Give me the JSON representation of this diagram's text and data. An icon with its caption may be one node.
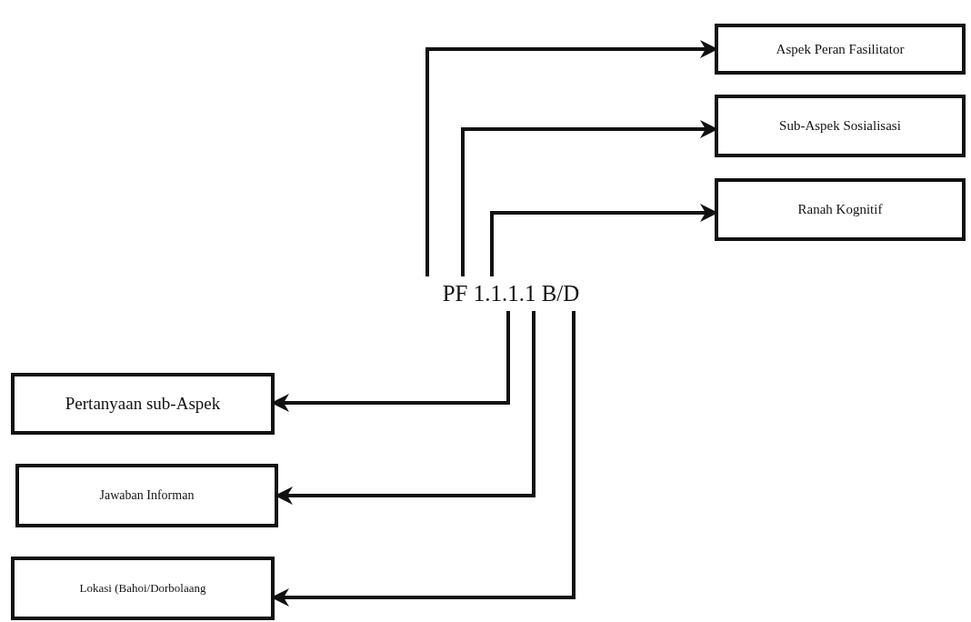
{
  "diagram": {
    "nodes": [
      {
        "text": [
          "PF 1.1.1.1 B/D"
        ]
      },
      {
        "text": [
          "Aspek Peran Fasilitator"
        ]
      },
      {
        "text": [
          "Sub-Aspek Sosialisasi"
        ]
      },
      {
        "text": [
          "Ranah Kognitif"
        ]
      },
      {
        "text": [
          "Pertanyaan sub-Aspek"
        ]
      },
      {
        "text": [
          "Jawaban Informan"
        ]
      },
      {
        "text": [
          "Lokasi (Bahoi/Dorbolaang"
        ]
      }
    ],
    "edges": [
      {
        "from": 0,
        "to": 1,
        "arrow": "to"
      },
      {
        "from": 0,
        "to": 2,
        "arrow": "to"
      },
      {
        "from": 0,
        "to": 3,
        "arrow": "to"
      },
      {
        "from": 0,
        "to": 4,
        "arrow": "to"
      },
      {
        "from": 0,
        "to": 5,
        "arrow": "to"
      },
      {
        "from": 0,
        "to": 6,
        "arrow": "to"
      }
    ]
  }
}
